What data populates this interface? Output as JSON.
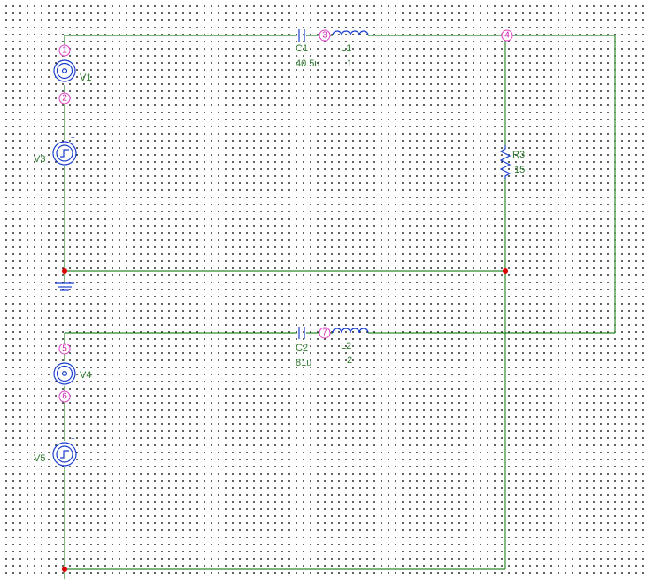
{
  "components": {
    "V1": {
      "name": "V1"
    },
    "V3": {
      "name": "V3"
    },
    "V4": {
      "name": "V4"
    },
    "V5": {
      "name": "V5"
    },
    "C1": {
      "name": "C1",
      "value": "40.5u"
    },
    "L1": {
      "name": "L1",
      "value": "1"
    },
    "C2": {
      "name": "C2",
      "value": "81u"
    },
    "L2": {
      "name": "L2",
      "value": "2"
    },
    "R3": {
      "name": "R3",
      "value": "15"
    }
  },
  "nodes": [
    "1",
    "2",
    "3",
    "4",
    "5",
    "6",
    "7"
  ],
  "colors": {
    "wire": "#2e8b2e",
    "component": "#1a3fd0",
    "junction": "#e00000",
    "node_marker": "#e040c8",
    "label": "#2e7a2e",
    "grid_dot": "#000000"
  },
  "icons": {
    "ac_source": "sine-source-icon",
    "pulse_source": "pulse-source-icon",
    "ground": "ground-icon"
  }
}
